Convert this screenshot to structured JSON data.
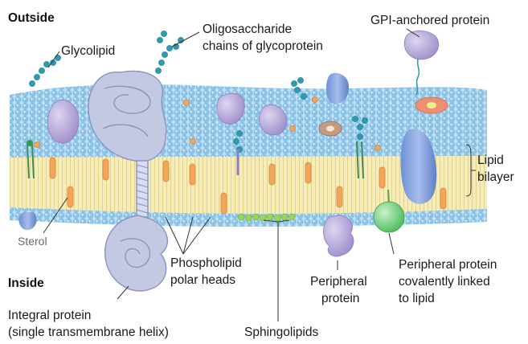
{
  "regions": {
    "outside": "Outside",
    "inside": "Inside"
  },
  "labels": {
    "glycolipid": "Glycolipid",
    "oligo_1": "Oligosaccharide",
    "oligo_2": "chains of glycoprotein",
    "gpi": "GPI-anchored protein",
    "lipid_1": "Lipid",
    "lipid_2": "bilayer",
    "sterol": "Sterol",
    "phospho_1": "Phospholipid",
    "phospho_2": "polar heads",
    "peripheral_1": "Peripheral",
    "peripheral_2": "protein",
    "covalent_1": "Peripheral protein",
    "covalent_2": "covalently linked",
    "covalent_3": "to lipid",
    "integral_1": "Integral protein",
    "integral_2": "(single transmembrane helix)",
    "sphingo": "Sphingolipids"
  },
  "colors": {
    "head_blue": "#a9d3ee",
    "tail_yellow": "#f3e6a6",
    "sterol_orange": "#f2a65a",
    "protein_violet": "#b4a7d6",
    "integral_lavender": "#c4c9e3",
    "sugar_teal": "#2e9bb0",
    "sphingo_green": "#9ed35b",
    "peripheral_green": "#6ccf7a",
    "gpi_salmon": "#ef8f72"
  }
}
